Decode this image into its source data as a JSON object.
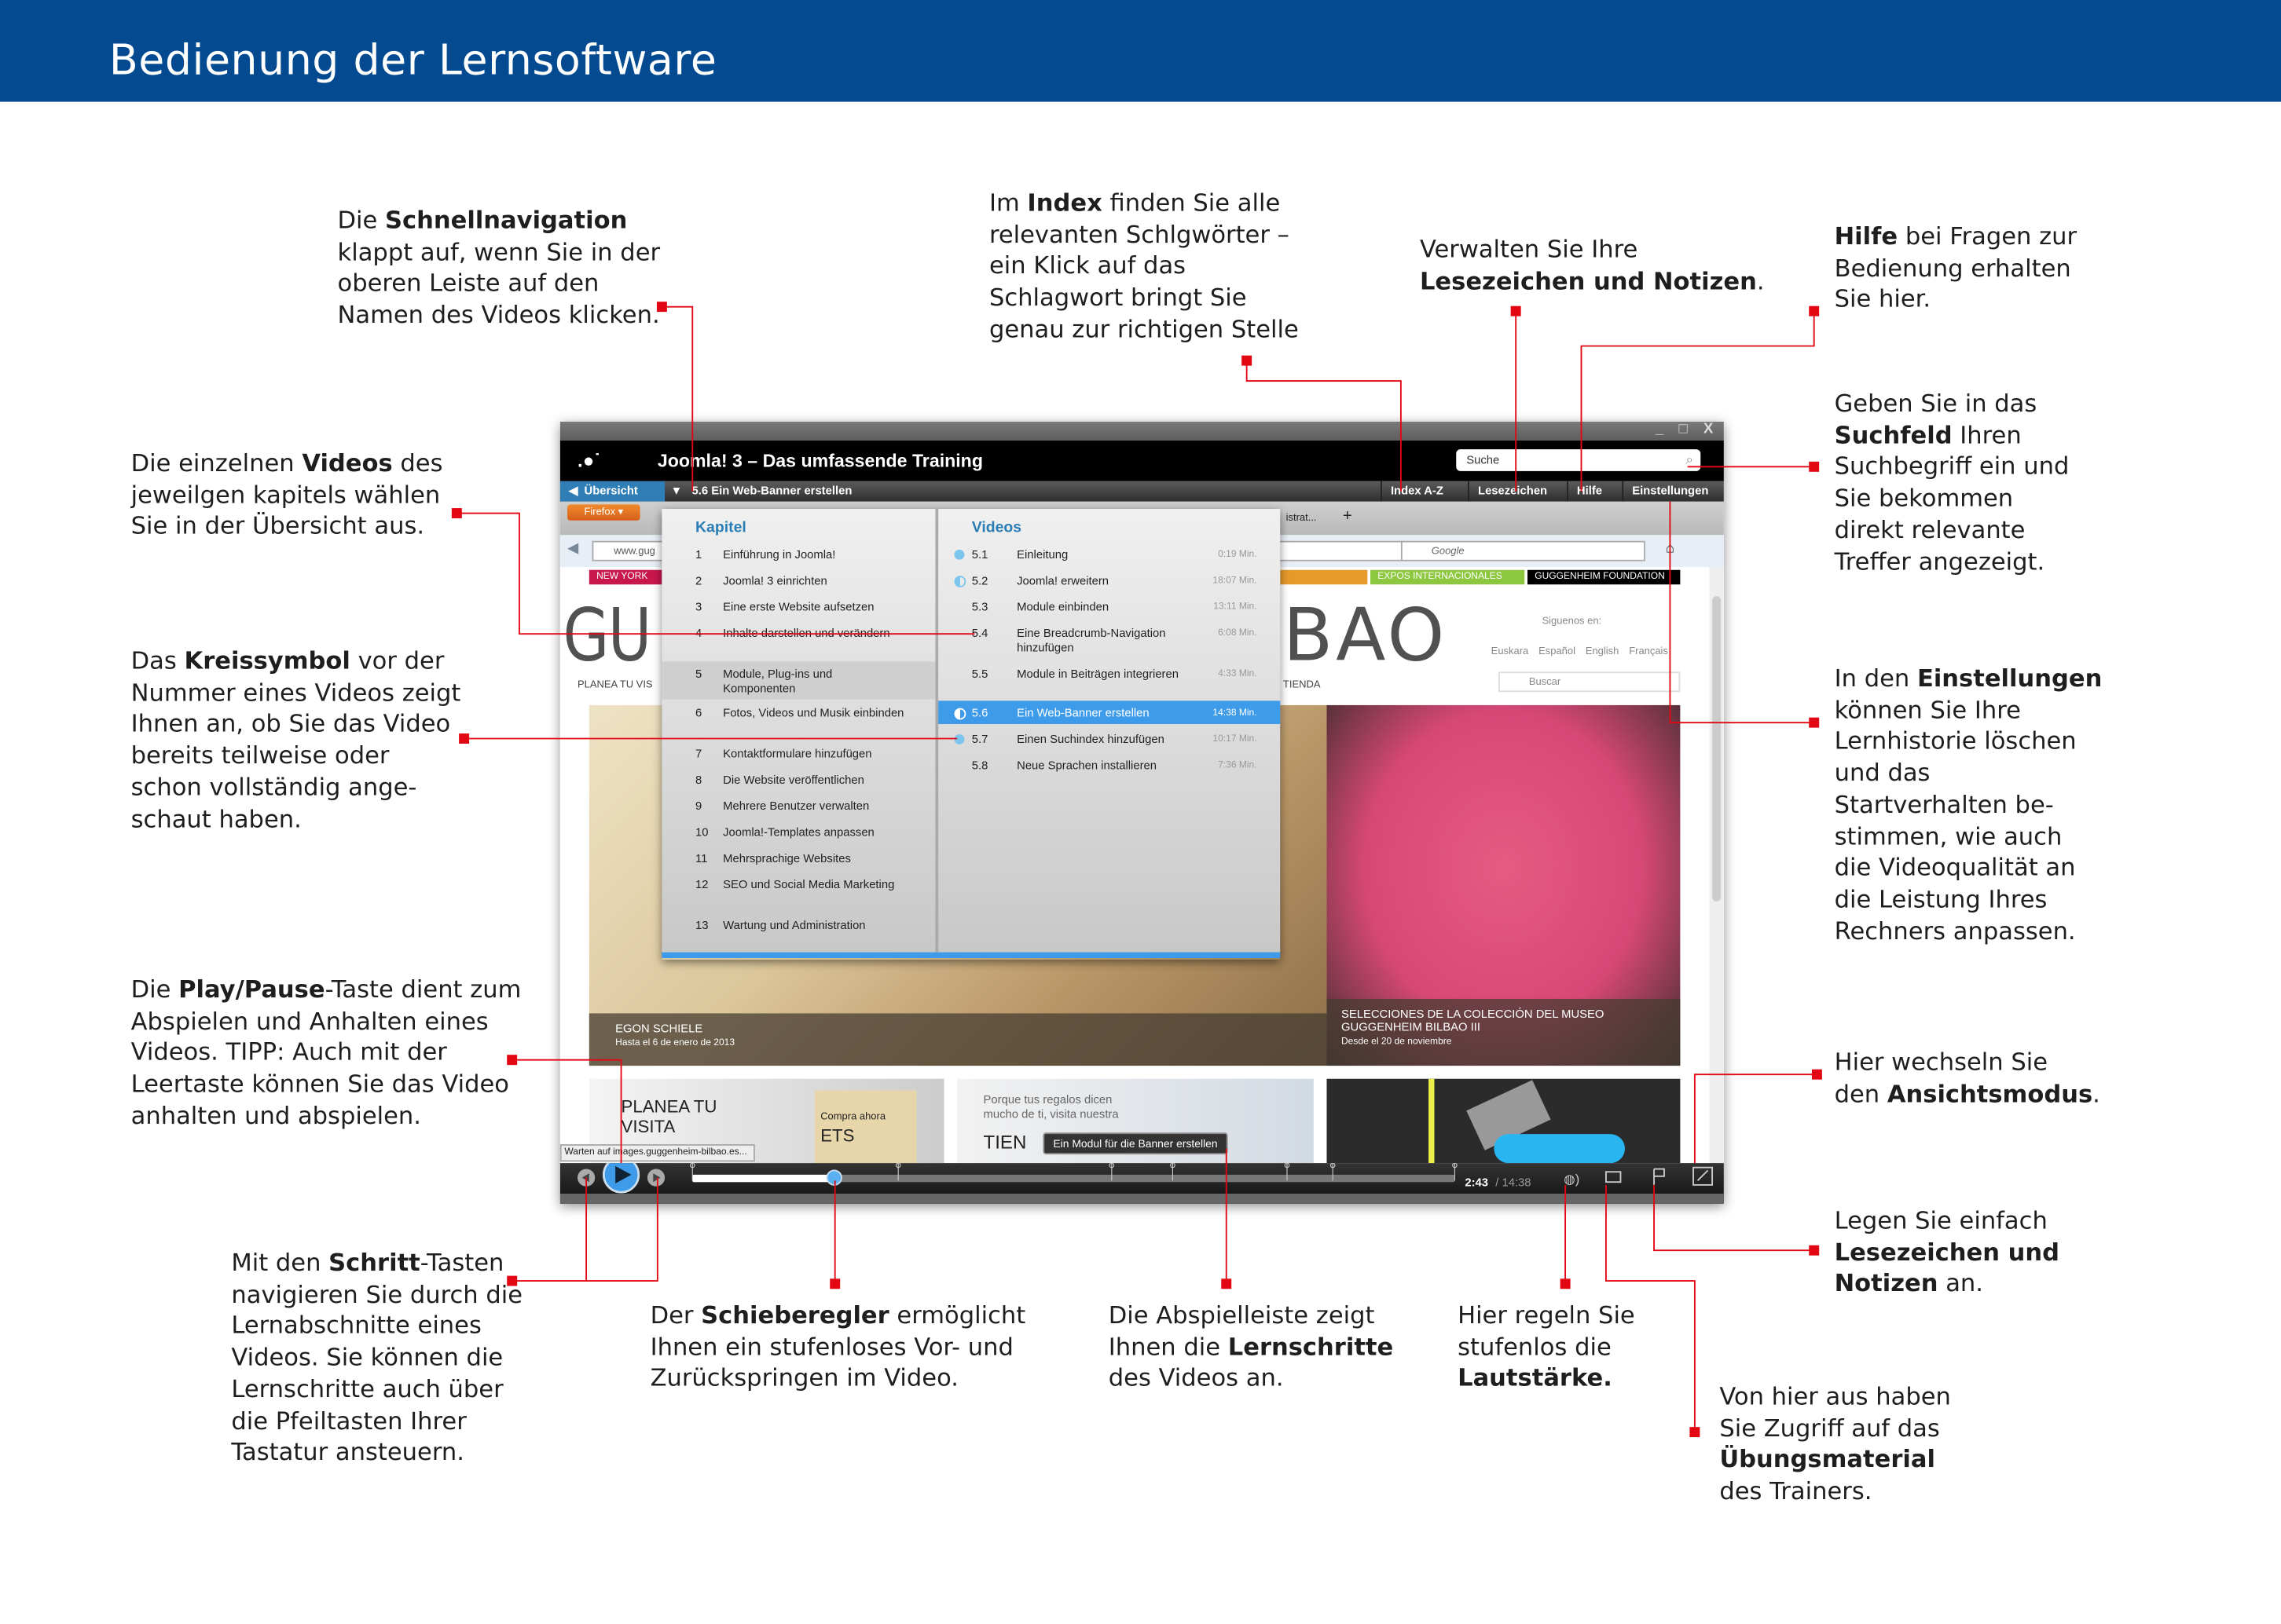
{
  "header": {
    "title": "Bedienung der Lernsoftware"
  },
  "annotations": [
    {
      "lines": [
        [
          {
            "t": "Die "
          },
          {
            "t": "Schnellnavigation",
            "b": true
          }
        ],
        [
          {
            "t": "klappt auf, wenn Sie in der"
          }
        ],
        [
          {
            "t": "oberen Leiste auf den"
          }
        ],
        [
          {
            "t": "Namen des Videos klicken."
          }
        ]
      ]
    },
    {
      "lines": [
        [
          {
            "t": "Im "
          },
          {
            "t": "Index",
            "b": true
          },
          {
            "t": " finden Sie alle"
          }
        ],
        [
          {
            "t": "relevanten Schlgwörter –"
          }
        ],
        [
          {
            "t": "ein Klick auf das"
          }
        ],
        [
          {
            "t": "Schlagwort bringt Sie"
          }
        ],
        [
          {
            "t": "genau zur richtigen Stelle"
          }
        ]
      ]
    },
    {
      "lines": [
        [
          {
            "t": "Verwalten Sie Ihre"
          }
        ],
        [
          {
            "t": "Lesezeichen und Notizen",
            "b": true
          },
          {
            "t": "."
          }
        ]
      ]
    },
    {
      "lines": [
        [
          {
            "t": "Hilfe",
            "b": true
          },
          {
            "t": " bei Fragen zur"
          }
        ],
        [
          {
            "t": "Bedienung erhalten"
          }
        ],
        [
          {
            "t": "Sie hier."
          }
        ]
      ]
    },
    {
      "lines": [
        [
          {
            "t": "Geben Sie in das"
          }
        ],
        [
          {
            "t": "Suchfeld",
            "b": true
          },
          {
            "t": " Ihren"
          }
        ],
        [
          {
            "t": "Suchbegriff ein und"
          }
        ],
        [
          {
            "t": "Sie bekommen"
          }
        ],
        [
          {
            "t": "direkt relevante"
          }
        ],
        [
          {
            "t": "Treffer angezeigt."
          }
        ]
      ]
    },
    {
      "lines": [
        [
          {
            "t": "Die einzelnen "
          },
          {
            "t": "Videos",
            "b": true
          },
          {
            "t": " des"
          }
        ],
        [
          {
            "t": "jeweilgen kapitels wählen"
          }
        ],
        [
          {
            "t": "Sie in der Übersicht aus."
          }
        ]
      ]
    },
    {
      "lines": [
        [
          {
            "t": "Das "
          },
          {
            "t": "Kreissymbol",
            "b": true
          },
          {
            "t": " vor der"
          }
        ],
        [
          {
            "t": "Nummer eines Videos zeigt"
          }
        ],
        [
          {
            "t": "Ihnen an, ob Sie das Video"
          }
        ],
        [
          {
            "t": "bereits teilweise oder"
          }
        ],
        [
          {
            "t": "schon vollständig ange-"
          }
        ],
        [
          {
            "t": "schaut haben."
          }
        ]
      ]
    },
    {
      "lines": [
        [
          {
            "t": "In den "
          },
          {
            "t": "Einstellungen",
            "b": true
          }
        ],
        [
          {
            "t": "können Sie Ihre"
          }
        ],
        [
          {
            "t": "Lernhistorie löschen"
          }
        ],
        [
          {
            "t": "und das"
          }
        ],
        [
          {
            "t": "Startverhalten be-"
          }
        ],
        [
          {
            "t": "stimmen, wie auch"
          }
        ],
        [
          {
            "t": "die Videoqualität an"
          }
        ],
        [
          {
            "t": "die Leistung Ihres"
          }
        ],
        [
          {
            "t": "Rechners anpassen."
          }
        ]
      ]
    },
    {
      "lines": [
        [
          {
            "t": "Die "
          },
          {
            "t": "Play/Pause",
            "b": true
          },
          {
            "t": "-Taste dient zum"
          }
        ],
        [
          {
            "t": "Abspielen und Anhalten eines"
          }
        ],
        [
          {
            "t": "Videos. TIPP: Auch mit der"
          }
        ],
        [
          {
            "t": "Leertaste können Sie das Video"
          }
        ],
        [
          {
            "t": "anhalten und abspielen."
          }
        ]
      ]
    },
    {
      "lines": [
        [
          {
            "t": "Hier wechseln Sie"
          }
        ],
        [
          {
            "t": "den "
          },
          {
            "t": "Ansichtsmodus",
            "b": true
          },
          {
            "t": "."
          }
        ]
      ]
    },
    {
      "lines": [
        [
          {
            "t": "Legen Sie einfach"
          }
        ],
        [
          {
            "t": "Lesezeichen und",
            "b": true
          }
        ],
        [
          {
            "t": "Notizen",
            "b": true
          },
          {
            "t": " an."
          }
        ]
      ]
    },
    {
      "lines": [
        [
          {
            "t": "Mit den "
          },
          {
            "t": "Schritt",
            "b": true
          },
          {
            "t": "-Tasten"
          }
        ],
        [
          {
            "t": "navigieren Sie durch die"
          }
        ],
        [
          {
            "t": "Lernabschnitte eines"
          }
        ],
        [
          {
            "t": "Videos. Sie können die"
          }
        ],
        [
          {
            "t": "Lernschritte auch über"
          }
        ],
        [
          {
            "t": "die Pfeiltasten Ihrer"
          }
        ],
        [
          {
            "t": "Tastatur ansteuern."
          }
        ]
      ]
    },
    {
      "lines": [
        [
          {
            "t": "Der "
          },
          {
            "t": "Schieberegler",
            "b": true
          },
          {
            "t": " ermöglicht"
          }
        ],
        [
          {
            "t": "Ihnen ein stufenloses Vor- und"
          }
        ],
        [
          {
            "t": "Zurückspringen im Video."
          }
        ]
      ]
    },
    {
      "lines": [
        [
          {
            "t": "Die Abspielleiste zeigt"
          }
        ],
        [
          {
            "t": "Ihnen die "
          },
          {
            "t": "Lernschritte",
            "b": true
          }
        ],
        [
          {
            "t": "des Videos an."
          }
        ]
      ]
    },
    {
      "lines": [
        [
          {
            "t": "Hier regeln Sie"
          }
        ],
        [
          {
            "t": "stufenlos die"
          }
        ],
        [
          {
            "t": "Lautstärke.",
            "b": true
          }
        ]
      ]
    },
    {
      "lines": [
        [
          {
            "t": "Von hier aus haben"
          }
        ],
        [
          {
            "t": "Sie Zugriff auf das"
          }
        ],
        [
          {
            "t": "Übungsmaterial",
            "b": true
          }
        ],
        [
          {
            "t": "des Trainers."
          }
        ]
      ]
    }
  ],
  "app": {
    "title": "Joomla! 3 – Das umfassende Training",
    "search_placeholder": "Suche",
    "overview": "Übersicht",
    "current_video": "5.6 Ein Web-Banner erstellen",
    "nav": [
      "Index A-Z",
      "Lesezeichen",
      "Hilfe",
      "Einstellungen"
    ],
    "window_controls": [
      "_",
      "□",
      "X"
    ]
  },
  "menu": {
    "chapters_title": "Kapitel",
    "videos_title": "Videos",
    "chapters": [
      {
        "n": "1",
        "t": "Einführung in Joomla!"
      },
      {
        "n": "2",
        "t": "Joomla! 3 einrichten"
      },
      {
        "n": "3",
        "t": "Eine erste Website aufsetzen"
      },
      {
        "n": "4",
        "t": "Inhalte darstellen und verändern"
      },
      {
        "n": "5",
        "t": "Module, Plug-ins und Komponenten"
      },
      {
        "n": "6",
        "t": "Fotos, Videos und Musik einbinden"
      },
      {
        "n": "7",
        "t": "Kontaktformulare hinzufügen"
      },
      {
        "n": "8",
        "t": "Die Website veröffentlichen"
      },
      {
        "n": "9",
        "t": "Mehrere Benutzer verwalten"
      },
      {
        "n": "10",
        "t": "Joomla!-Templates anpassen"
      },
      {
        "n": "11",
        "t": "Mehrsprachige Websites"
      },
      {
        "n": "12",
        "t": "SEO und Social Media Marketing"
      },
      {
        "n": "13",
        "t": "Wartung und Administration"
      }
    ],
    "selected_chapter": "5",
    "videos": [
      {
        "n": "5.1",
        "t": "Einleitung",
        "d": "0:19 Min.",
        "watched": "full"
      },
      {
        "n": "5.2",
        "t": "Joomla! erweitern",
        "d": "18:07 Min.",
        "watched": "partial"
      },
      {
        "n": "5.3",
        "t": "Module einbinden",
        "d": "13:11 Min.",
        "watched": "none"
      },
      {
        "n": "5.4",
        "t": "Eine Breadcrumb-Navigation hinzufügen",
        "d": "6:08 Min.",
        "watched": "none"
      },
      {
        "n": "5.5",
        "t": "Module in Beiträgen integrieren",
        "d": "4:33 Min.",
        "watched": "none"
      },
      {
        "n": "5.6",
        "t": "Ein Web-Banner erstellen",
        "d": "14:38 Min.",
        "watched": "partial"
      },
      {
        "n": "5.7",
        "t": "Einen Suchindex hinzufügen",
        "d": "10:17 Min.",
        "watched": "full"
      },
      {
        "n": "5.8",
        "t": "Neue Sprachen installieren",
        "d": "7:36 Min.",
        "watched": "none"
      }
    ],
    "selected_video": "5.6"
  },
  "browser": {
    "firefox": "Firefox ▾",
    "tab_fragment": "istrat...",
    "url": "www.gug",
    "google": "Google",
    "status": "Warten auf images.guggenheim-bilbao.es...",
    "site": {
      "bands": [
        "NEW YORK",
        "EXPOS INTERNACIONALES",
        "GUGGENHEIM FOUNDATION"
      ],
      "logo_left": "GU",
      "logo_right": "BAO",
      "menu_left": "PLANEA TU VIS",
      "menu_right": "TIENDA",
      "siguenos": "Siguenos en:",
      "languages": [
        "Euskara",
        "Español",
        "English",
        "Français"
      ],
      "buscar": "Buscar",
      "exhibit1_title": "EGON SCHIELE",
      "exhibit1_date": "Hasta el 6 de enero de 2013",
      "exhibit2_title": "SELECCIONES DE LA COLECCIÓN DEL MUSEO GUGGENHEIM BILBAO III",
      "exhibit2_date": "Desde el 20 de noviembre",
      "thumb1": "PLANEA TU VISITA",
      "thumb1b": "Compra ahora",
      "thumb1c": "ETS",
      "thumb2": "Porque tus regalos dicen mucho de ti, visita nuestra",
      "thumb2b": "TIEN"
    }
  },
  "player": {
    "tooltip": "Ein Modul für die Banner erstellen",
    "current_time": "2:43",
    "total_time": "/ 14:38",
    "progress": 0.186,
    "markers": [
      0,
      0.27,
      0.55,
      0.63,
      0.78,
      0.84,
      1
    ]
  },
  "colors": {
    "brand": "#034a91",
    "accent": "#e30613",
    "highlight": "#3d9be9",
    "dot": "#7cc6ee"
  }
}
